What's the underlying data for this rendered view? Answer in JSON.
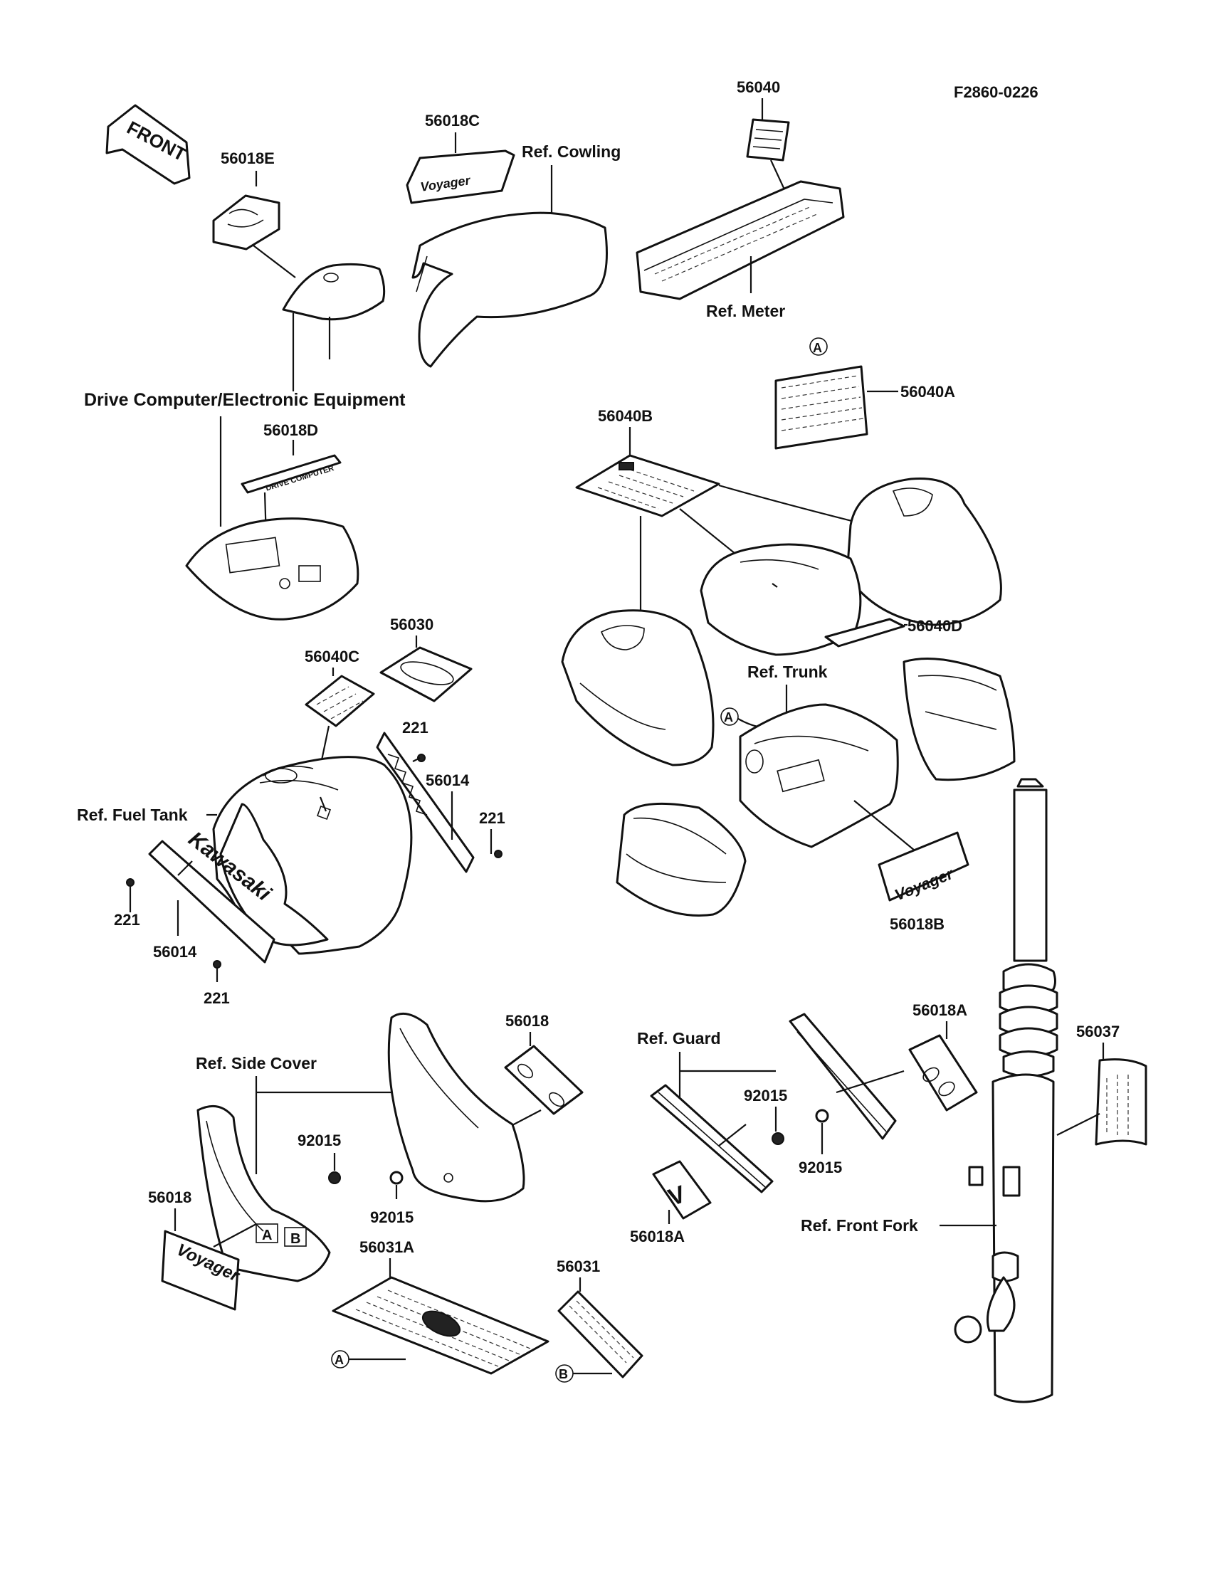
{
  "figure_code": "F2860-0226",
  "front_label": "FRONT",
  "labels": {
    "p56040": "56040",
    "p56018C": "56018C",
    "ref_cowling": "Ref. Cowling",
    "p56018E": "56018E",
    "ref_meter": "Ref. Meter",
    "circle_a": "A",
    "circle_b": "B",
    "p56040A": "56040A",
    "drive_computer": "Drive Computer/Electronic Equipment",
    "p56040B": "56040B",
    "p56018D": "56018D",
    "p56040D": "56040D",
    "p56030": "56030",
    "p56040C": "56040C",
    "ref_trunk": "Ref. Trunk",
    "p221_top": "221",
    "p56014_right": "56014",
    "ref_fuel_tank": "Ref. Fuel Tank",
    "p221_right": "221",
    "p221_left": "221",
    "p56014_left": "56014",
    "p221_bottom": "221",
    "p56018B": "56018B",
    "p56018_top": "56018",
    "p56018A_top": "56018A",
    "ref_guard": "Ref. Guard",
    "p56037": "56037",
    "ref_side_cover": "Ref. Side Cover",
    "p92015_guard_top": "92015",
    "p92015_side_left": "92015",
    "p56018_left": "56018",
    "p92015_guard_bottom": "92015",
    "p92015_side_mid": "92015",
    "ref_front_fork": "Ref. Front Fork",
    "p56031A": "56031A",
    "p56018A_bottom": "56018A",
    "p56031": "56031"
  },
  "decal_text": {
    "kawasaki": "Kawasaki",
    "voyager_trunk": "Voyager",
    "voyager_side": "Voyager",
    "sidecover_a": "A",
    "sidecover_b": "B"
  }
}
